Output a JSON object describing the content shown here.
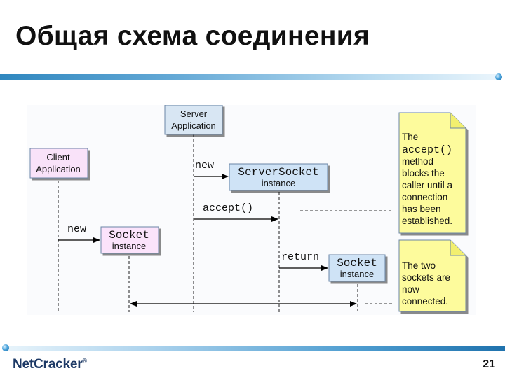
{
  "slide": {
    "title": "Общая схема соединения",
    "page_number": "21",
    "logo": {
      "part1": "Net",
      "part2": "Cracker",
      "mark": "®"
    }
  },
  "diagram": {
    "participants": {
      "server_app": {
        "line1": "Server",
        "line2": "Application"
      },
      "client_app": {
        "line1": "Client",
        "line2": "Application"
      },
      "server_socket": {
        "line1": "ServerSocket",
        "line2": "instance"
      },
      "client_socket": {
        "line1": "Socket",
        "line2": "instance"
      },
      "server_conn_socket": {
        "line1": "Socket",
        "line2": "instance"
      }
    },
    "messages": {
      "new_server_socket": "new",
      "accept_call": "accept()",
      "new_client_socket": "new",
      "return_socket": "return"
    },
    "notes": {
      "accept_note": {
        "line1": "The",
        "line2": "accept()",
        "line3": "method",
        "line4": "blocks the",
        "line5": "caller until a",
        "line6": "connection",
        "line7": "has been",
        "line8": "established."
      },
      "connected_note": {
        "line1": "The two",
        "line2": "sockets are",
        "line3": "now",
        "line4": "connected."
      }
    },
    "colors": {
      "app_box_fill": "#d8e6f3",
      "client_box_fill": "#f9e2f9",
      "instance_box_fill": "#cfe3f6",
      "note_fill": "#fdfb9c",
      "box_border": "#6b86a6"
    }
  }
}
